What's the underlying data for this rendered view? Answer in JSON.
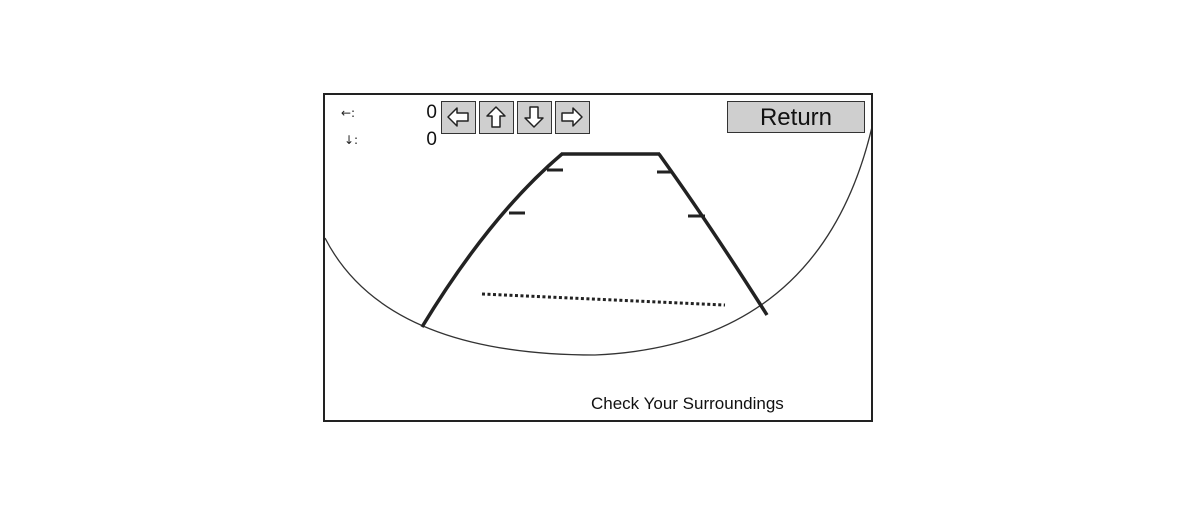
{
  "offsets": {
    "horizontal": {
      "symbol": "←:",
      "value": "0"
    },
    "vertical": {
      "symbol": "↓:",
      "value": "0"
    }
  },
  "controls": {
    "left_icon": "arrow-left-icon",
    "up_icon": "arrow-up-icon",
    "down_icon": "arrow-down-icon",
    "right_icon": "arrow-right-icon",
    "return_label": "Return"
  },
  "status": {
    "message": "Check Your Surroundings"
  },
  "colors": {
    "line": "#222222",
    "button_fill": "#cfcfcf",
    "background": "#ffffff"
  }
}
